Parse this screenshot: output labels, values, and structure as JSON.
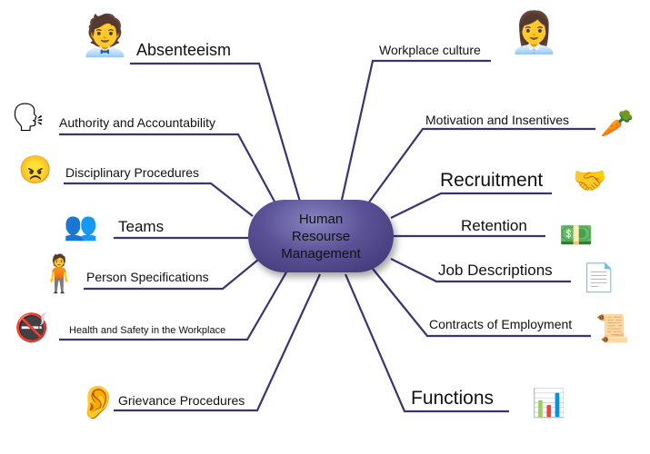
{
  "center": {
    "line1": "Human",
    "line2": "Resourse",
    "line3": "Management"
  },
  "left": [
    {
      "label": "Absenteeism",
      "icon": "man-on-phone-icon"
    },
    {
      "label": "Authority and Accountability",
      "icon": "arguing-people-icon"
    },
    {
      "label": "Disciplinary Procedures",
      "icon": "angry-face-icon"
    },
    {
      "label": "Teams",
      "icon": "team-group-icon"
    },
    {
      "label": "Person Specifications",
      "icon": "businessman-icon"
    },
    {
      "label": "Health and Safety in the Workplace",
      "icon": "no-smoking-icon"
    },
    {
      "label": "Grievance Procedures",
      "icon": "ear-icon"
    }
  ],
  "right": [
    {
      "label": "Workplace culture",
      "icon": "woman-on-phone-icon"
    },
    {
      "label": "Motivation and Insentives",
      "icon": "carrot-stick-icon"
    },
    {
      "label": "Recruitment",
      "icon": "interview-icon"
    },
    {
      "label": "Retention",
      "icon": "money-stack-icon"
    },
    {
      "label": "Job Descriptions",
      "icon": "documents-icon"
    },
    {
      "label": "Contracts of Employment",
      "icon": "contract-icon"
    },
    {
      "label": "Functions",
      "icon": "org-chart-icon"
    }
  ],
  "colors": {
    "line": "#3a3470",
    "node": "#5a5296"
  }
}
